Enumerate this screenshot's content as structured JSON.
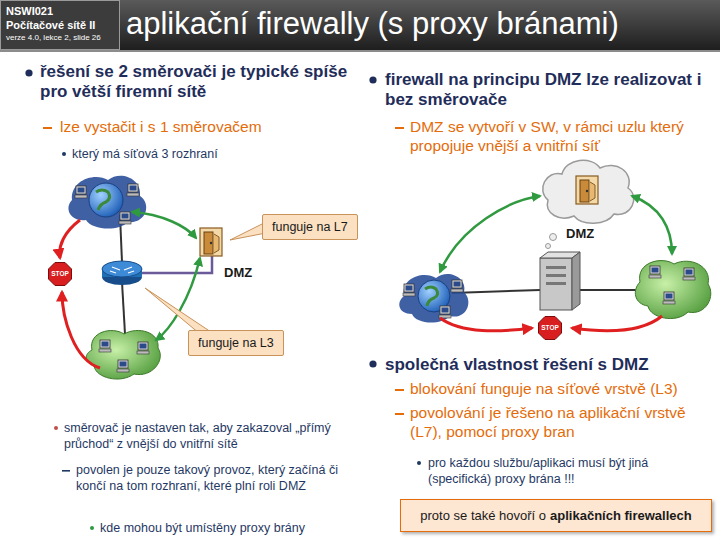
{
  "diagram": {
    "title": "aplikační firewally (s proxy bránami)",
    "nodes": [
      {
        "text": [
          "NSWI021",
          "Počítačové sítě II",
          "verze 4.0, lekce 2, slide 26"
        ]
      },
      {
        "text": [
          "funguje na L7"
        ]
      },
      {
        "text": [
          "STOP"
        ]
      },
      {
        "text": [
          "STOP"
        ]
      },
      {
        "text": [
          "funguje na L3"
        ]
      },
      {
        "text": [
          "proto se také hovoří o",
          "aplikačních firewallech"
        ]
      }
    ],
    "labels": [
      "řešení se 2 směrovači je typické spíše pro větší firemní sítě",
      "lze vystačit i s 1 směrovačem",
      "který má síťová 3 rozhraní",
      "DMZ",
      "směrovač je nastaven tak, aby zakazoval „přímý průchod“ z vnější do vnitřní sítě",
      "povolen je pouze takový provoz, který začíná či končí na tom rozhraní, které plní roli DMZ",
      "kde mohou být umístěny proxy brány",
      "firewall na principu DMZ lze realizovat i bez směrovače",
      "DMZ se vytvoří v SW, v rámci uzlu který propojuje vnější a vnitřní síť",
      "DMZ",
      "společná vlastnost řešení s DMZ",
      "blokování funguje na síťové vrstvě (L3)",
      "povolování je řešeno na aplikační vrstvě (L7), pomocí proxy bran",
      "pro každou službu/aplikaci musí být jiná (specifická) proxy brána !!!"
    ]
  }
}
